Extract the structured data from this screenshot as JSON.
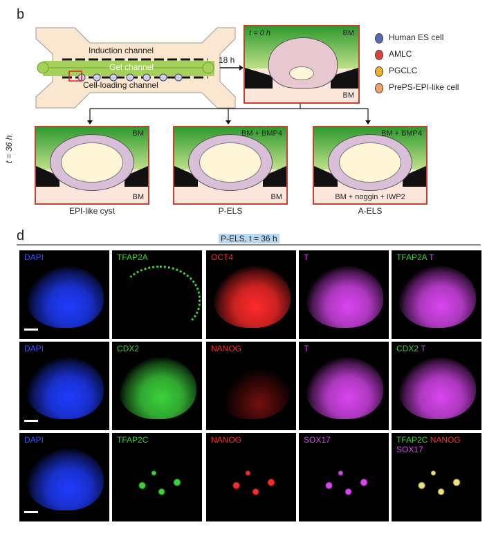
{
  "panel_b": {
    "letter": "b",
    "channels": {
      "induction": "Induction channel",
      "gel": "Gel channel",
      "cell_loading": "Cell-loading channel"
    },
    "arrow_time": "18 h",
    "top_box": {
      "time_label": "t = 0 h",
      "bm_top": "BM",
      "bm_bottom": "BM"
    },
    "legend": [
      {
        "label": "Human ES cell",
        "color": "#5a67b3"
      },
      {
        "label": "AMLC",
        "color": "#e0403a"
      },
      {
        "label": "PGCLC",
        "color": "#f0b030"
      },
      {
        "label": "PrePS-EPI-like cell",
        "color": "#f5a060"
      }
    ],
    "side_time": "t = 36 h",
    "bottom_boxes": [
      {
        "top": "BM",
        "bottom": "BM",
        "caption": "EPI-like cyst"
      },
      {
        "top": "BM + BMP4",
        "bottom": "BM",
        "caption": "P-ELS"
      },
      {
        "top": "BM + BMP4",
        "bottom": "BM + noggin + IWP2",
        "caption": "A-ELS"
      }
    ]
  },
  "panel_d": {
    "letter": "d",
    "header": "P-ELS, t = 36 h",
    "rows": [
      [
        {
          "parts": [
            {
              "text": "DAPI",
              "color": "#3a52ff"
            }
          ],
          "stain": "blue",
          "scalebar": true
        },
        {
          "parts": [
            {
              "text": "TFAP2A",
              "color": "#3cd13c"
            }
          ],
          "stain": "green_ring"
        },
        {
          "parts": [
            {
              "text": "OCT4",
              "color": "#ff2a2a"
            }
          ],
          "stain": "red"
        },
        {
          "parts": [
            {
              "text": "T",
              "color": "#d946ef"
            }
          ],
          "stain": "magenta"
        },
        {
          "parts": [
            {
              "text": "TFAP2A ",
              "color": "#3cd13c"
            },
            {
              "text": "T",
              "color": "#d946ef"
            }
          ],
          "stain": "merge1"
        }
      ],
      [
        {
          "parts": [
            {
              "text": "DAPI",
              "color": "#3a52ff"
            }
          ],
          "stain": "blue",
          "scalebar": true
        },
        {
          "parts": [
            {
              "text": "CDX2",
              "color": "#3cd13c"
            }
          ],
          "stain": "green_full"
        },
        {
          "parts": [
            {
              "text": "NANOG",
              "color": "#ff2a2a"
            }
          ],
          "stain": "red_sparse"
        },
        {
          "parts": [
            {
              "text": "T",
              "color": "#d946ef"
            }
          ],
          "stain": "magenta"
        },
        {
          "parts": [
            {
              "text": "CDX2 ",
              "color": "#3cd13c"
            },
            {
              "text": "T",
              "color": "#d946ef"
            }
          ],
          "stain": "merge2"
        }
      ],
      [
        {
          "parts": [
            {
              "text": "DAPI",
              "color": "#3a52ff"
            }
          ],
          "stain": "blue_small",
          "scalebar": true
        },
        {
          "parts": [
            {
              "text": "TFAP2C",
              "color": "#3cd13c"
            }
          ],
          "stain": "green_dots"
        },
        {
          "parts": [
            {
              "text": "NANOG",
              "color": "#ff2a2a"
            }
          ],
          "stain": "red_dots"
        },
        {
          "parts": [
            {
              "text": "SOX17",
              "color": "#d946ef"
            }
          ],
          "stain": "magenta_dots"
        },
        {
          "parts": [
            {
              "text": "TFAP2C ",
              "color": "#3cd13c"
            },
            {
              "text": "NANOG",
              "color": "#ff2a2a"
            }
          ],
          "parts2": [
            {
              "text": "SOX17",
              "color": "#d946ef"
            }
          ],
          "stain": "merge3"
        }
      ]
    ]
  }
}
